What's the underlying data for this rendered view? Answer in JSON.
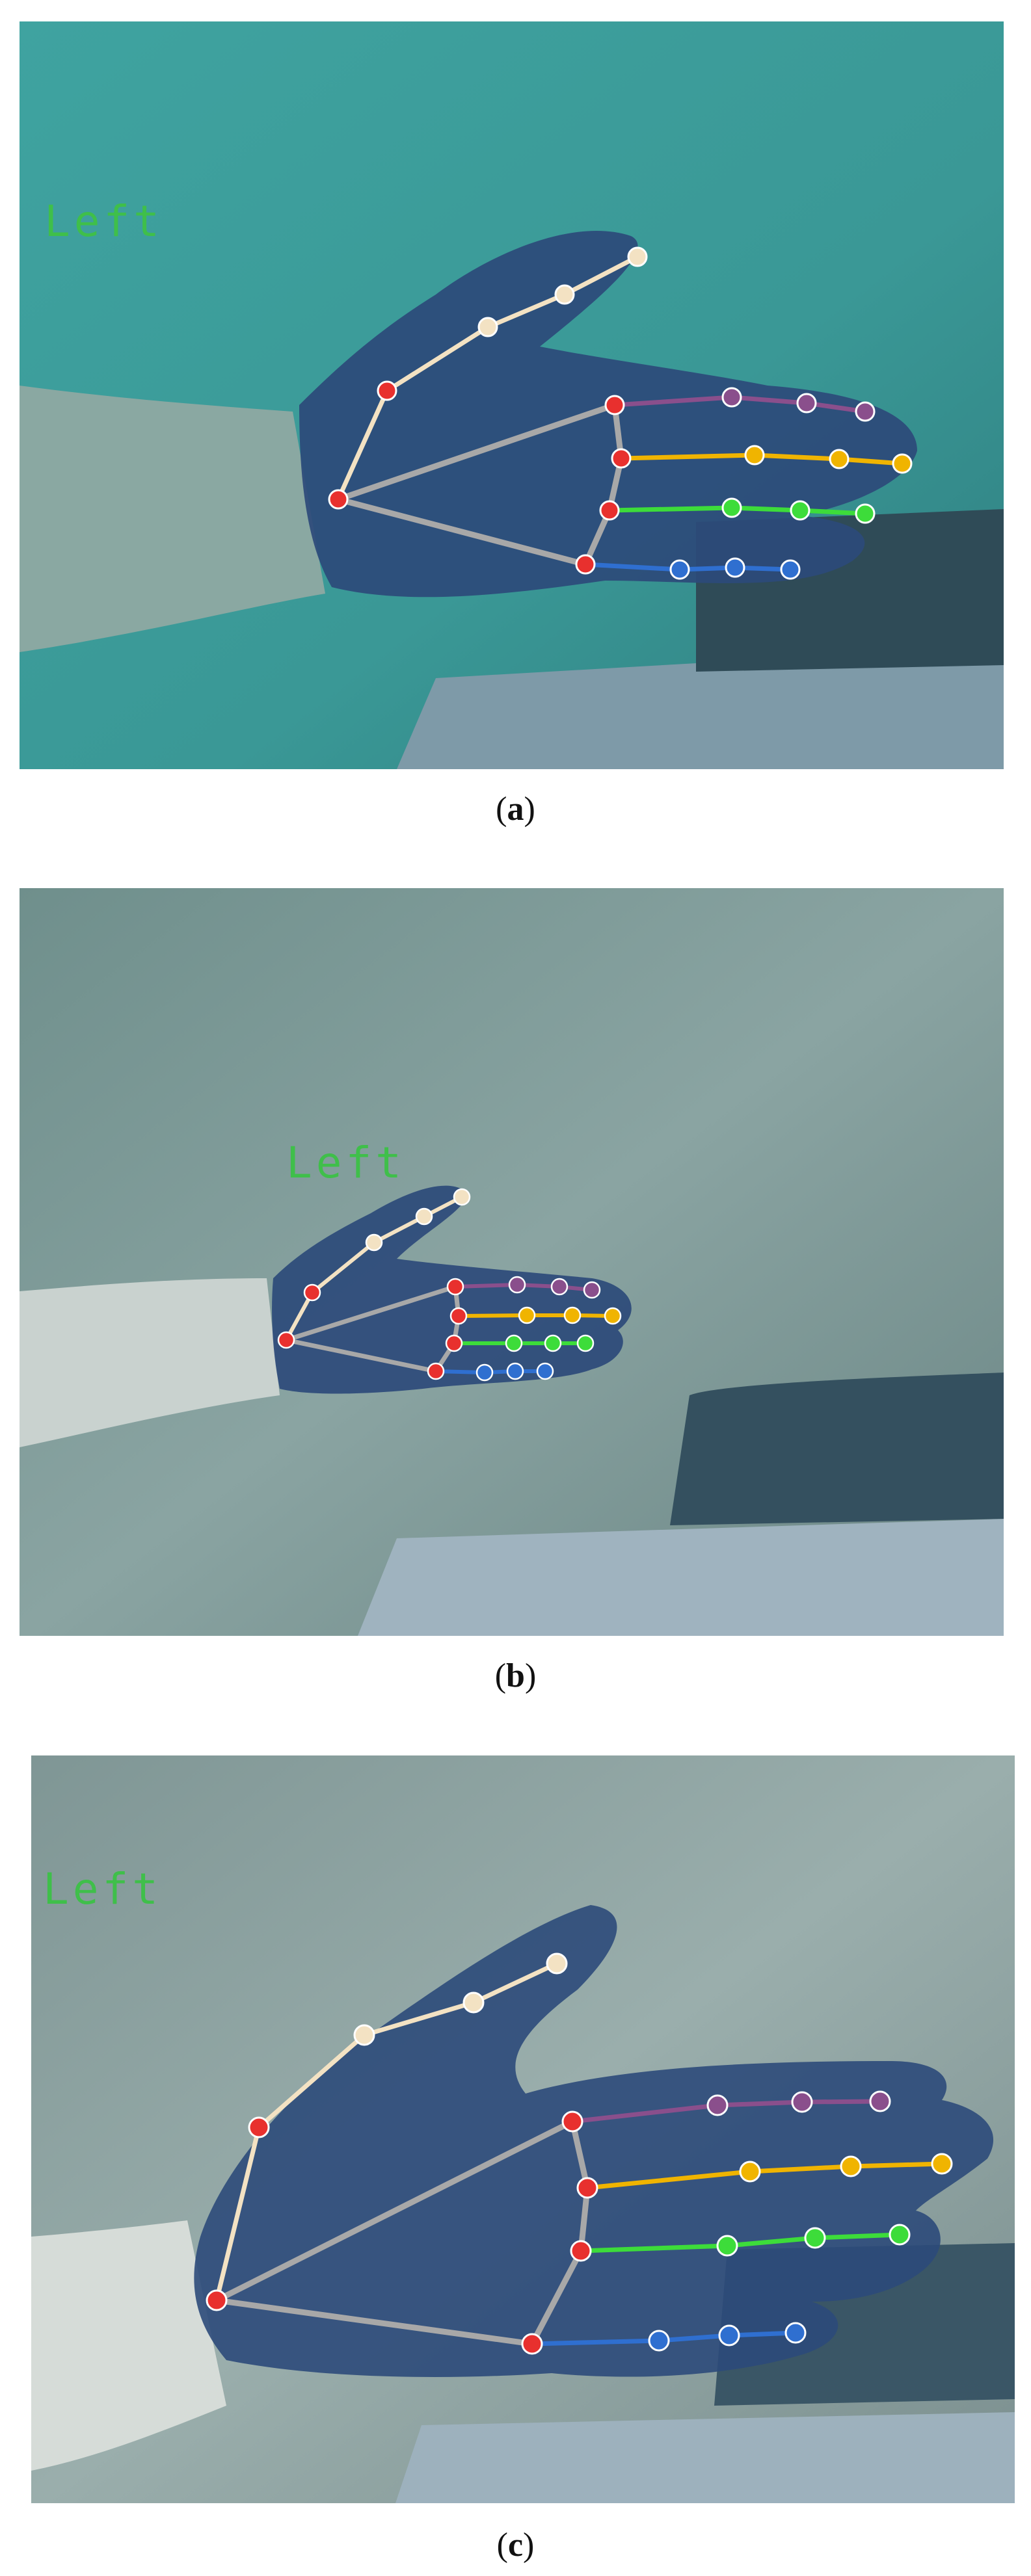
{
  "panels": [
    {
      "overlay_label": "Left",
      "caption_open": "(",
      "caption_letter": "a",
      "caption_close": ")"
    },
    {
      "overlay_label": "Left",
      "caption_open": "(",
      "caption_letter": "b",
      "caption_close": ")"
    },
    {
      "overlay_label": "Left",
      "caption_open": "(",
      "caption_letter": "c",
      "caption_close": ")"
    }
  ],
  "colors": {
    "label_green": "#3fbf4a",
    "joint_red": "#e8302e",
    "thumb": "#f3e2c3",
    "index": "#8a4f8c",
    "middle": "#f0b400",
    "ring": "#3ddc3a",
    "pinky": "#2f6fd0",
    "bone_gray": "#a8a8a8"
  }
}
